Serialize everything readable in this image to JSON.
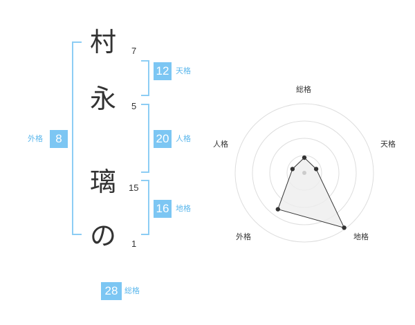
{
  "name": {
    "characters": [
      "村",
      "永",
      "璃",
      "の"
    ],
    "stroke_counts": [
      "7",
      "5",
      "15",
      "1"
    ]
  },
  "fortune": {
    "tenkaku": {
      "value": "12",
      "label": "天格"
    },
    "jinkaku": {
      "value": "20",
      "label": "人格"
    },
    "chikaku": {
      "value": "16",
      "label": "地格"
    },
    "gaikaku": {
      "value": "8",
      "label": "外格"
    },
    "soukaku": {
      "value": "28",
      "label": "総格"
    }
  },
  "radar": {
    "axes": [
      "総格",
      "天格",
      "地格",
      "外格",
      "人格"
    ],
    "levels": 4,
    "values": [
      0.22,
      0.18,
      0.98,
      0.65,
      0.18
    ],
    "colors": {
      "grid": "#dddddd",
      "fill": "#eeeeee",
      "line": "#333333",
      "point": "#333333",
      "center": "#cccccc"
    }
  },
  "colors": {
    "accent": "#7cc6f3",
    "accent_text": "#5bb7ec",
    "bracket": "#8ccdf4"
  }
}
